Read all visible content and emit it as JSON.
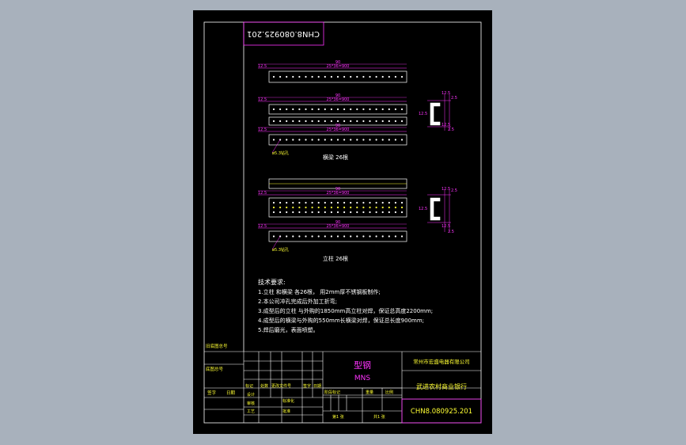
{
  "drawing": {
    "code_box_rotated": "CHN8.080925.201",
    "code_title_block": "CHN8.080925.201",
    "dim_total": "90",
    "dim_edge": "12.5",
    "dim_pitch": "25*36=900",
    "dim_hole": "ø5.3钻孔",
    "section_dims": [
      "12.5",
      "12.5",
      "12.5",
      "2.5"
    ],
    "views": [
      {
        "caption": "横梁 26根"
      },
      {
        "caption": "立柱 26根"
      }
    ]
  },
  "notes": {
    "heading": "技术要求:",
    "lines": [
      "1.立柱 和横梁 各26根， 用2mm厚不锈钢板制作;",
      "2.本公司冲孔完成后外加工折弯;",
      "3.成型后的立柱 与外购的1850mm高立柱对焊，保证总高度2200mm;",
      "4.成型后的横梁与外购的550mm长横梁对焊，保证总长度900mm;",
      "5.焊后磨光，表面喷塑。"
    ]
  },
  "title_block": {
    "part_name": "型钢",
    "part_code": "MNS",
    "company": "常州市宏盛电器有限公司",
    "project": "武进农村商业银行",
    "left_label_1": "旧底图总号",
    "left_label_2": "底图总号",
    "left_label_3": "签字",
    "left_label_4": "日期",
    "row_labels": [
      "标记",
      "处数",
      "更改文件号",
      "签字",
      "日期"
    ],
    "sign_labels": [
      "设计",
      "审核",
      "工艺",
      "标准化",
      "批准"
    ],
    "stage_label": "阶段标记",
    "weight_label": "重量",
    "scale_label": "比例",
    "sheet_labels": [
      "第1 张",
      "共1 张"
    ]
  }
}
